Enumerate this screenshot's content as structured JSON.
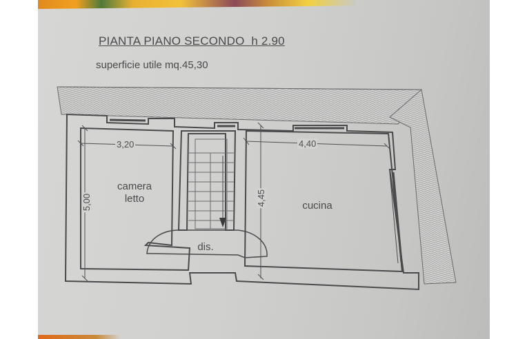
{
  "plan": {
    "title": "PIANTA PIANO SECONDO  h 2.90",
    "subtitle": "superficie utile mq.45,30",
    "colors": {
      "paper": "#d0d0ce",
      "ink": "#4a4a4c",
      "hatch": "#9a9a9c"
    },
    "rooms": [
      {
        "name": "camera\nletto",
        "width_label": "3,20",
        "height_label": "5,00"
      },
      {
        "name": "dis."
      },
      {
        "name": "cucina",
        "width_label": "4,40",
        "height_label": "4,45"
      }
    ],
    "rooms_text": {
      "camera_line1": "camera",
      "camera_line2": "letto",
      "dis": "dis.",
      "cucina": "cucina"
    },
    "dimensions": {
      "camera_width": "3,20",
      "camera_height": "5,00",
      "cucina_width": "4,40",
      "cucina_height": "4,45"
    },
    "icons": [
      "stair-arrow-icon"
    ]
  }
}
